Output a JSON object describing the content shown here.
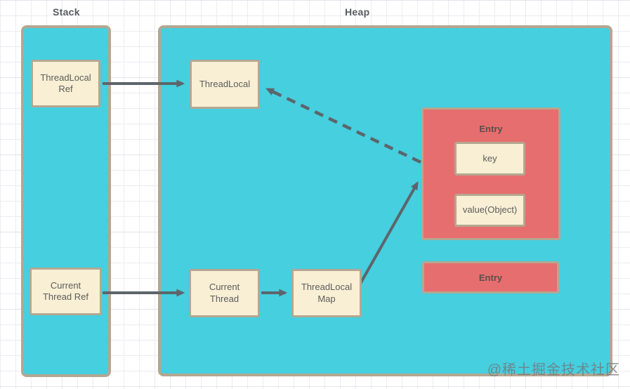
{
  "labels": {
    "stack": "Stack",
    "heap": "Heap"
  },
  "nodes": {
    "threadlocal_ref": "ThreadLocal Ref",
    "current_thread_ref": "Current Thread Ref",
    "threadlocal": "ThreadLocal",
    "current_thread": "Current Thread",
    "threadlocal_map": "ThreadLocal Map",
    "entry1_title": "Entry",
    "key": "key",
    "value": "value(Object)",
    "entry2_title": "Entry"
  },
  "edges": [
    {
      "from": "ThreadLocal Ref",
      "to": "ThreadLocal",
      "style": "solid"
    },
    {
      "from": "Current Thread Ref",
      "to": "Current Thread",
      "style": "solid"
    },
    {
      "from": "Current Thread",
      "to": "ThreadLocal Map",
      "style": "solid"
    },
    {
      "from": "ThreadLocal Map",
      "to": "Entry",
      "style": "solid"
    },
    {
      "from": "Entry",
      "to": "ThreadLocal",
      "style": "dashed"
    }
  ],
  "watermark": "@稀土掘金技术社区",
  "colors": {
    "region_fill": "#45CFDF",
    "border_tan": "#B4A791",
    "node_fill": "#F8EFD4",
    "entry_fill": "#E76E6E",
    "arrow": "#5D656B"
  }
}
